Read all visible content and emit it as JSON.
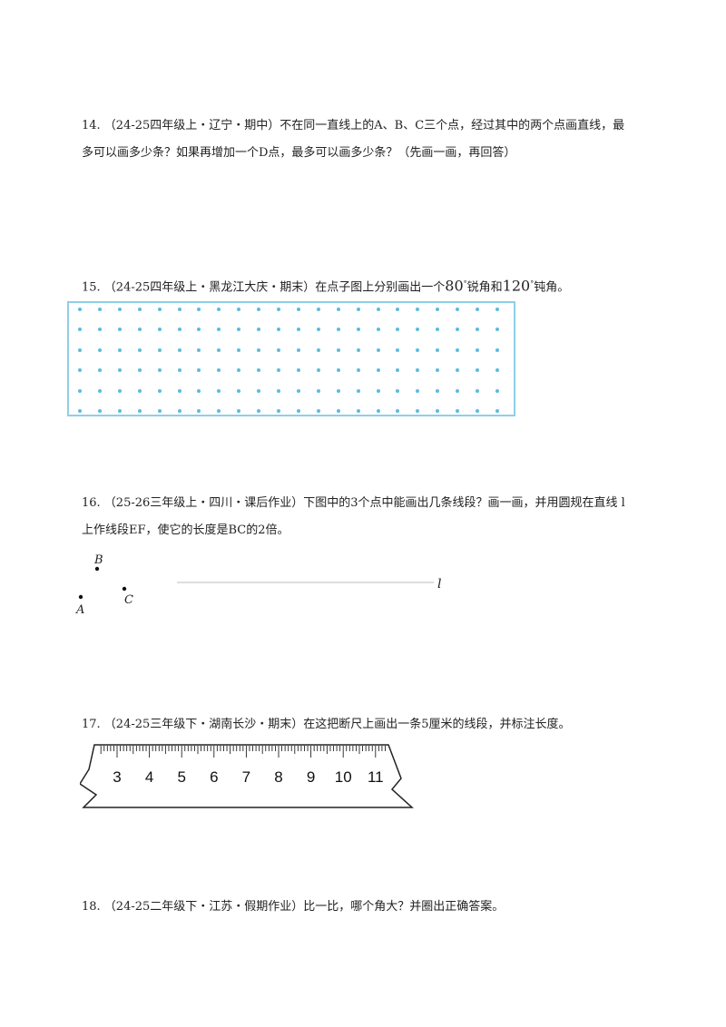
{
  "q14": {
    "line1": "14. （24-25四年级上・辽宁・期中）不在同一直线上的A、B、C三个点，经过其中的两个点画直线，最",
    "line2": "多可以画多少条？如果再增加一个D点，最多可以画多少条？（先画一画，再回答）"
  },
  "q15": {
    "prefix": "15. （24-25四年级上・黑龙江大庆・期末）在点子图上分别画出一个",
    "angle1": "80",
    "mid": "锐角和",
    "angle2": "120",
    "suffix": "钝角。",
    "degree": "°",
    "dot_rows": 6,
    "dot_cols": 22,
    "dot_color": "#5bbbe0",
    "border_color": "#8fcfe6"
  },
  "q16": {
    "line1": "16. （25-26三年级上・四川・课后作业）下图中的3个点中能画出几条线段？画一画，并用圆规在直线 l",
    "line2": "上作线段EF，使它的长度是BC的2倍。",
    "points": [
      "B",
      "C",
      "A"
    ],
    "line_label": "l"
  },
  "q17": {
    "text": "17. （24-25三年级下・湖南长沙・期末）在这把断尺上画出一条5厘米的线段，并标注长度。",
    "ruler_numbers": [
      "3",
      "4",
      "5",
      "6",
      "7",
      "8",
      "9",
      "10",
      "11"
    ]
  },
  "q18": {
    "text": "18. （24-25二年级下・江苏・假期作业）比一比，哪个角大？并圈出正确答案。"
  }
}
